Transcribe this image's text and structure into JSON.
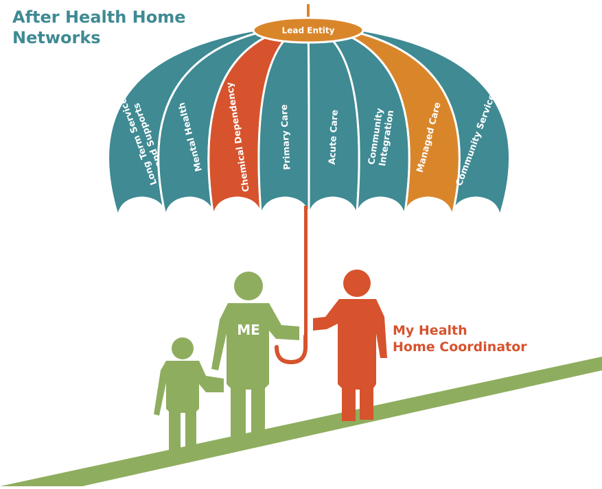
{
  "title": {
    "line1": "After Health Home",
    "line2": "Networks"
  },
  "lead_entity": "Lead Entity",
  "segments": [
    {
      "line1": "Long Term Services",
      "line2": "and Supports",
      "color": "#3f8a93"
    },
    {
      "line1": "Mental Health",
      "line2": "",
      "color": "#3f8a93"
    },
    {
      "line1": "Chemical Dependency",
      "line2": "",
      "color": "#d6532d"
    },
    {
      "line1": "Primary Care",
      "line2": "",
      "color": "#3f8a93"
    },
    {
      "line1": "Acute Care",
      "line2": "",
      "color": "#3f8a93"
    },
    {
      "line1": "Community",
      "line2": "Integration",
      "color": "#3f8a93"
    },
    {
      "line1": "Managed Care",
      "line2": "",
      "color": "#d9862b"
    },
    {
      "line1": "Community Services",
      "line2": "",
      "color": "#3f8a93"
    }
  ],
  "me_label": "ME",
  "coordinator": {
    "line1": "My Health",
    "line2": "Home Coordinator"
  },
  "colors": {
    "teal": "#3f8a93",
    "orange": "#d9862b",
    "red": "#d6532d",
    "green": "#8fad5f"
  }
}
